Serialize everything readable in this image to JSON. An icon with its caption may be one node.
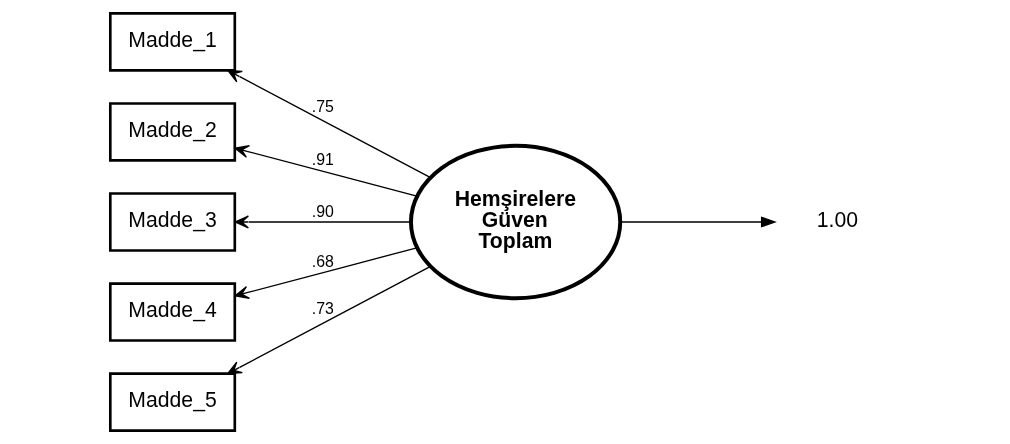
{
  "diagram": {
    "nodes": [
      {
        "text": [
          "Madde_1"
        ]
      },
      {
        "text": [
          "Madde_2"
        ]
      },
      {
        "text": [
          "Madde_3"
        ]
      },
      {
        "text": [
          "Madde_4"
        ]
      },
      {
        "text": [
          "Madde_5"
        ]
      },
      {
        "text": [
          "Hemşirelere Güven Toplam"
        ]
      },
      {
        "text": [
          "1.00"
        ]
      }
    ],
    "edges": [
      {
        "from": 5,
        "to": 0,
        "arrow": "to",
        "label": ".75"
      },
      {
        "from": 5,
        "to": 1,
        "arrow": "to",
        "label": ".91"
      },
      {
        "from": 5,
        "to": 2,
        "arrow": "to",
        "label": ".90"
      },
      {
        "from": 5,
        "to": 3,
        "arrow": "to",
        "label": ".68"
      },
      {
        "from": 5,
        "to": 4,
        "arrow": "to",
        "label": ".73"
      },
      {
        "from": 5,
        "to": 6,
        "arrow": "to"
      }
    ]
  }
}
